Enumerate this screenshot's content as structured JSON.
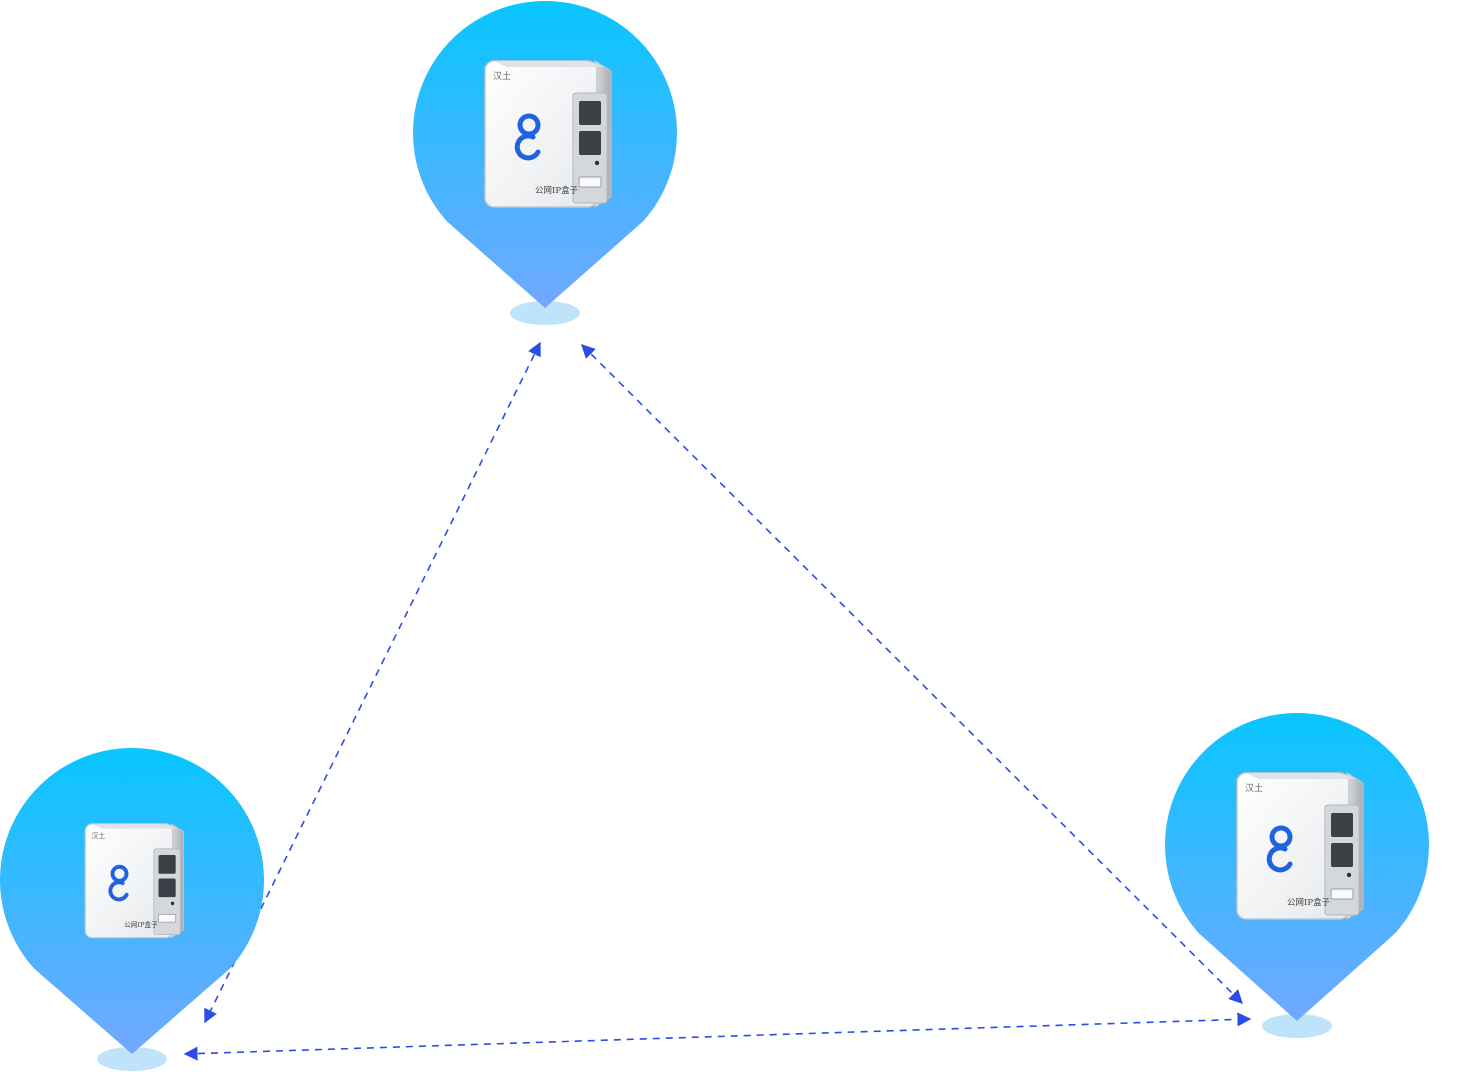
{
  "colors": {
    "pin_top": "#08c6ff",
    "pin_bottom": "#72a8ff",
    "pin_shadow": "#bfe3fb",
    "link": "#2a4de8",
    "device_body": "#f2f4f6",
    "device_frame": "#c4c7cb",
    "logo": "#1f63e0"
  },
  "nodes": [
    {
      "id": "node-top",
      "icon": "location-pin-icon",
      "device": "public-ip-box-icon",
      "brand": "汉土",
      "label": "公网IP盒子"
    },
    {
      "id": "node-bottom-left",
      "icon": "location-pin-icon",
      "device": "public-ip-box-icon",
      "brand": "汉土",
      "label": "公网IP盒子"
    },
    {
      "id": "node-bottom-right",
      "icon": "location-pin-icon",
      "device": "public-ip-box-icon",
      "brand": "汉土",
      "label": "公网IP盒子"
    }
  ],
  "links": [
    {
      "from": "node-top",
      "to": "node-bottom-left",
      "style": "dashed",
      "direction": "bidirectional"
    },
    {
      "from": "node-top",
      "to": "node-bottom-right",
      "style": "dashed",
      "direction": "bidirectional"
    },
    {
      "from": "node-bottom-left",
      "to": "node-bottom-right",
      "style": "dashed",
      "direction": "bidirectional"
    }
  ]
}
